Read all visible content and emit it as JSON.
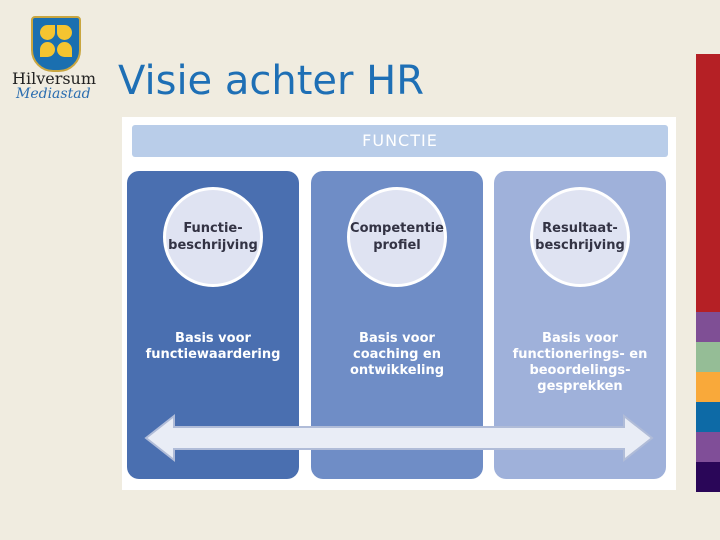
{
  "logo": {
    "line1": "Hilversum",
    "line2": "Mediastad"
  },
  "title": "Visie achter HR",
  "diagram": {
    "header": "FUNCTIE",
    "columns": [
      {
        "circle": "Functie-\nbeschrijving",
        "text": "Basis voor\nfunctiewaardering",
        "color": "#4a6fb0"
      },
      {
        "circle": "Competentie\nprofiel",
        "text": "Basis voor\ncoaching en\nontwikkeling",
        "color": "#6f8dc6"
      },
      {
        "circle": "Resultaat-\nbeschrijving",
        "text": "Basis voor\nfunctionerings-  en\nbeoordelings-\ngesprekken",
        "color": "#9fb1da"
      }
    ]
  },
  "side_bar_colors": [
    "#b52025",
    "#7f4f95",
    "#95bd96",
    "#f9a93a",
    "#0d6aa6",
    "#804e98",
    "#2a0658"
  ]
}
